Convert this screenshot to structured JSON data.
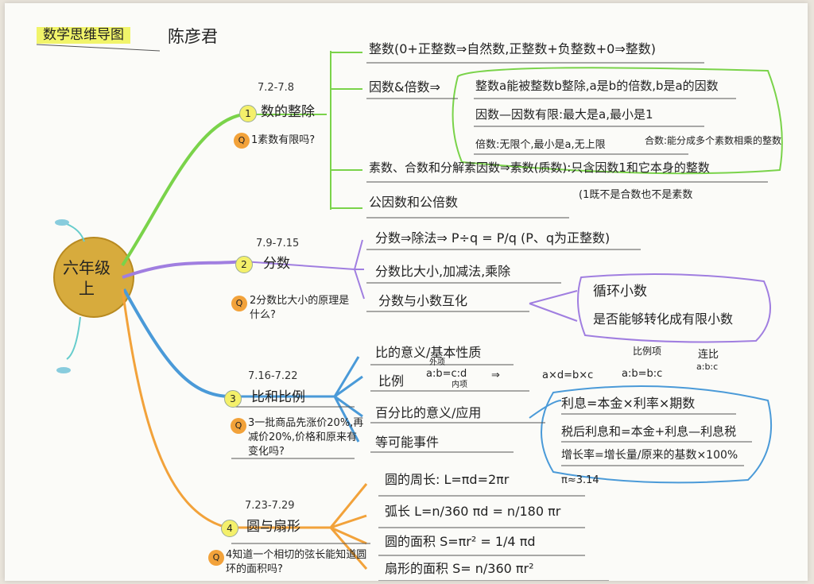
{
  "header": {
    "title": "数学思维导图",
    "author": "陈彦君"
  },
  "root": {
    "label_line1": "六年级",
    "label_line2": "上"
  },
  "branches": [
    {
      "num": "1",
      "date": "7.2-7.8",
      "title": "数的整除",
      "color": "#7ad34a",
      "question": "1素数有限吗?",
      "leaves": [
        "整数(0+正整数⇒自然数,正整数+负整数+0⇒整数)",
        "因数&倍数⇒",
        "素数、合数和分解素因数⇒素数(质数):只含因数1和它本身的整数",
        "公因数和公倍数"
      ],
      "subleaves": [
        "整数a能被整数b整除,a是b的倍数,b是a的因数",
        "因数—因数有限:最大是a,最小是1",
        "倍数:无限个,最小是a,无上限"
      ],
      "notes": [
        "合数:能分成多个素数相乘的整数",
        "(1既不是合数也不是素数"
      ]
    },
    {
      "num": "2",
      "date": "7.9-7.15",
      "title": "分数",
      "color": "#a07ee0",
      "question": "2分数比大小的原理是什么?",
      "leaves": [
        "分数⇒除法⇒ P÷q = P/q (P、q为正整数)",
        "分数比大小,加减法,乘除",
        "分数与小数互化"
      ],
      "subleaves": [
        "循环小数",
        "是否能够转化成有限小数"
      ]
    },
    {
      "num": "3",
      "date": "7.16-7.22",
      "title": "比和比例",
      "color": "#4a9ad8",
      "question": "3一批商品先涨价20%,再减价20%,价格和原来有变化吗?",
      "leaves": [
        "比的意义/基本性质",
        "比例",
        "百分比的意义/应用",
        "等可能事件"
      ],
      "proportion": {
        "inner": "外项",
        "outer": "内项",
        "abcd": "a:b=c:d",
        "eq": "a×d=b×c",
        "ratio_label": "比例项",
        "ratio_eq": "a:b=b:c",
        "cont_label": "连比",
        "cont_eq": "a:b:c"
      },
      "subleaves": [
        "利息=本金×利率×期数",
        "税后利息和=本金+利息—利息税",
        "增长率=增长量/原来的基数×100%"
      ]
    },
    {
      "num": "4",
      "date": "7.23-7.29",
      "title": "圆与扇形",
      "color": "#f2a23a",
      "question": "4知道一个相切的弦长能知道圆环的面积吗?",
      "leaves": [
        "圆的周长: L=πd=2πr",
        "弧长 L=n/360 πd = n/180 πr",
        "圆的面积 S=πr² = 1/4 πd",
        "扇形的面积 S= n/360 πr²"
      ],
      "pi_note": "π≈3.14"
    }
  ]
}
